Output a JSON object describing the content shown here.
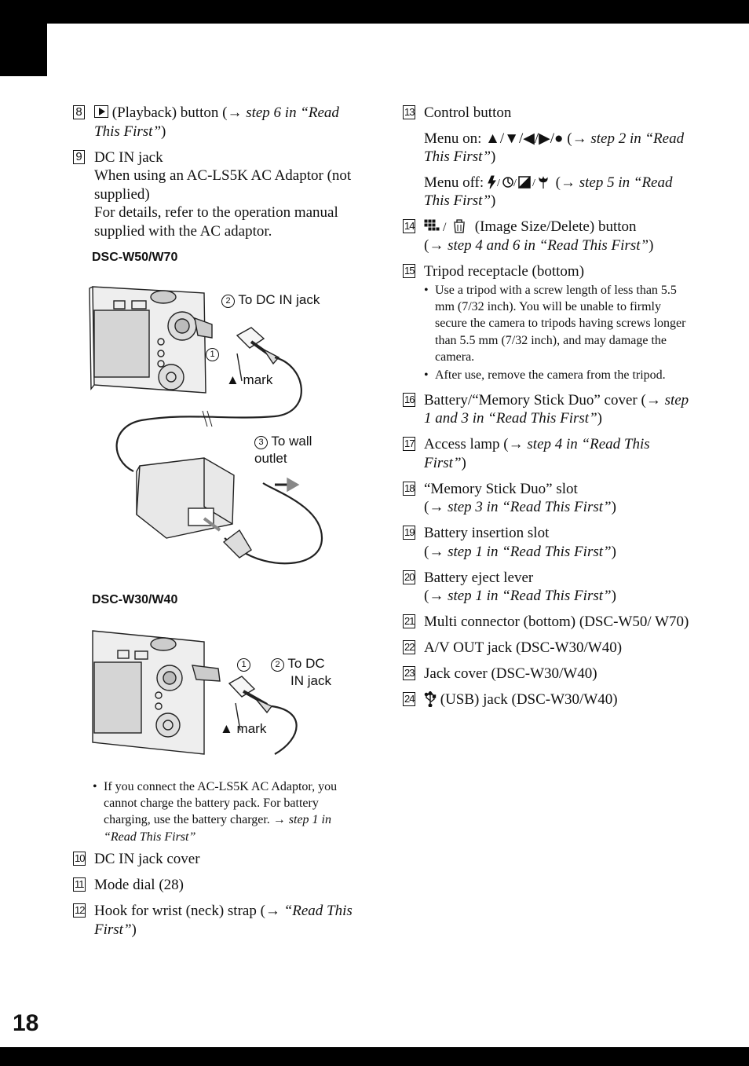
{
  "page_number": "18",
  "left": {
    "item8": {
      "num": "8",
      "label": "(Playback) button (",
      "arrow": "→",
      "ref": "step 6 in “Read This First”",
      "close": ")"
    },
    "item9": {
      "num": "9",
      "title": "DC IN jack",
      "line1": "When using an AC-LS5K AC Adaptor (not supplied)",
      "line2": "For details, refer to the operation manual supplied with the AC adaptor."
    },
    "model1": "DSC-W50/W70",
    "fig1": {
      "c2": "2",
      "dcin": "To DC IN jack",
      "c1": "1",
      "mark": "▲ mark",
      "c3": "3",
      "wall": "To wall outlet"
    },
    "model2": "DSC-W30/W40",
    "fig2": {
      "c1": "1",
      "c2": "2",
      "dcin_a": "To DC",
      "dcin_b": "IN jack",
      "mark": "▲ mark"
    },
    "note": {
      "text": "If you connect the AC-LS5K AC Adaptor, you cannot charge the battery pack. For battery charging, use the battery charger.",
      "arrow": "→",
      "ref": "step 1 in “Read This First”"
    },
    "item10": {
      "num": "10",
      "text": "DC IN jack cover"
    },
    "item11": {
      "num": "11",
      "text": "Mode dial (28)"
    },
    "item12": {
      "num": "12",
      "text": "Hook for wrist (neck) strap (",
      "arrow": "→",
      "ref": "“Read This First”",
      "close": ")"
    }
  },
  "right": {
    "item13": {
      "num": "13",
      "title": "Control button",
      "menu_on": "Menu on: ▲/▼/◀/▶/● (",
      "menu_on_ref": "step 2 in “Read This First”",
      "menu_off_label": "Menu off:",
      "menu_off_ref": "step 5 in “Read This First”",
      "arrow": "→",
      "close": ")"
    },
    "item14": {
      "num": "14",
      "text": "(Image Size/Delete) button",
      "arrow": "→",
      "ref": "step 4 and 6 in “Read This First”",
      "close": ")"
    },
    "item15": {
      "num": "15",
      "text": "Tripod receptacle (bottom)",
      "b1": "Use a tripod with a screw length of less than 5.5 mm (7/32 inch). You will be unable to firmly secure the camera to tripods having screws longer than 5.5 mm (7/32 inch), and may damage the camera.",
      "b2": "After use, remove the camera from the tripod."
    },
    "item16": {
      "num": "16",
      "text": "Battery/“Memory Stick Duo” cover (",
      "arrow": "→",
      "ref": "step 1 and 3 in “Read This First”",
      "close": ")"
    },
    "item17": {
      "num": "17",
      "text": "Access lamp (",
      "arrow": "→",
      "ref": "step 4 in “Read This First”",
      "close": ")"
    },
    "item18": {
      "num": "18",
      "text": "“Memory Stick Duo” slot",
      "arrow": "→",
      "ref": "step 3 in “Read This First”",
      "close": ")"
    },
    "item19": {
      "num": "19",
      "text": "Battery insertion slot",
      "arrow": "→",
      "ref": "step 1 in “Read This First”",
      "close": ")"
    },
    "item20": {
      "num": "20",
      "text": "Battery eject lever",
      "arrow": "→",
      "ref": "step 1 in “Read This First”",
      "close": ")"
    },
    "item21": {
      "num": "21",
      "text": "Multi connector (bottom) (DSC-W50/ W70)"
    },
    "item22": {
      "num": "22",
      "text": "A/V OUT jack (DSC-W30/W40)"
    },
    "item23": {
      "num": "23",
      "text": "Jack cover (DSC-W30/W40)"
    },
    "item24": {
      "num": "24",
      "text": "(USB) jack (DSC-W30/W40)"
    }
  }
}
